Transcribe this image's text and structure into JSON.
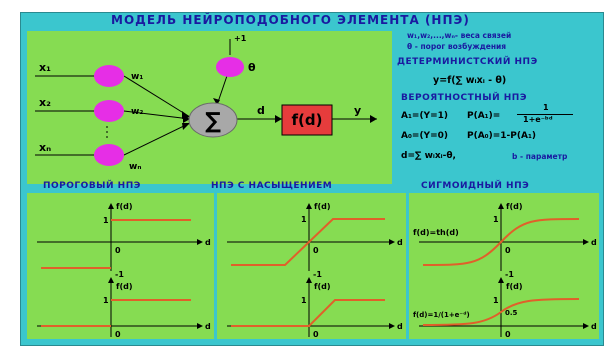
{
  "title": "МОДЕЛЬ НЕЙРОПОДОБНОГО ЭЛЕМЕНТА (НПЭ)",
  "legend": {
    "line1": "w₁,w₂,...,wₙ- веса связей",
    "line2": "θ - порог возбуждения"
  },
  "deterministic": {
    "heading": "ДЕТЕРМИНИСТСКИЙ НПЭ",
    "formula": "y=f(∑ wᵢxᵢ - θ)"
  },
  "probabilistic": {
    "heading": "ВЕРОЯТНОСТНЫЙ НПЭ",
    "a1": "A₁=(Y=1)",
    "p1_left": "P(A₁)=",
    "p1_num": "1",
    "p1_den": "1+e⁻ᵇᵈ",
    "a0": "A₀=(Y=0)",
    "p0": "P(A₀)=1-P(A₁)",
    "d_def": "d=∑ wᵢxᵢ-θ,",
    "b_def": "b - параметр"
  },
  "diagram": {
    "inputs": [
      "x₁",
      "x₂",
      "xₙ"
    ],
    "weights": [
      "w₁",
      "w₂",
      "wₙ"
    ],
    "threshold": "θ",
    "plus_one": "+1",
    "sum": "∑",
    "d": "d",
    "activation": "f(d)",
    "output": "y"
  },
  "sections": {
    "threshold_heading": "ПОРОГОВЫЙ НПЭ",
    "saturation_heading": "НПЭ С НАСЫЩЕНИЕМ",
    "sigmoid_heading": "СИГМОИДНЫЙ НПЭ"
  },
  "axes": {
    "fd": "f(d)",
    "d": "d",
    "zero": "0",
    "one": "1",
    "minus_one": "-1",
    "half": "0.5",
    "th_formula": "f(d)=th(d)",
    "sig_formula": "f(d)=1/(1+e⁻ᵈ)"
  },
  "colors": {
    "background": "#3bc6ce",
    "panel": "#86dc52",
    "title": "#1a1aa0",
    "magenta_node": "#e62ee6",
    "sum_node": "#a8a8a8",
    "activation_box": "#e63c3c",
    "curve": "#e0602a"
  }
}
